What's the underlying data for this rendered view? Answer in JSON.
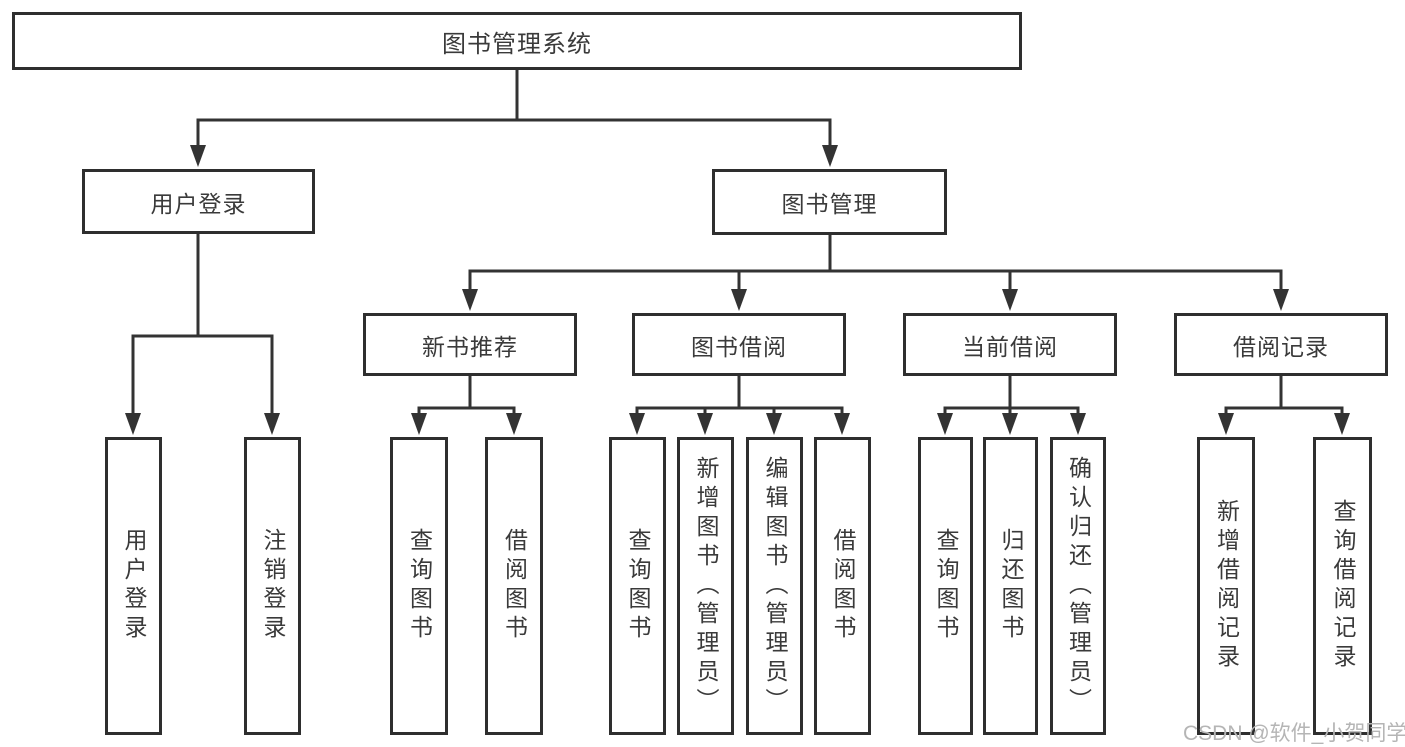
{
  "nodes": {
    "root": {
      "label": "图书管理系统"
    },
    "login_group": {
      "label": "用户登录"
    },
    "book_mgmt": {
      "label": "图书管理"
    },
    "new_book_rec": {
      "label": "新书推荐"
    },
    "book_borrow": {
      "label": "图书借阅"
    },
    "current_borrow": {
      "label": "当前借阅"
    },
    "borrow_record": {
      "label": "借阅记录"
    },
    "user_login": {
      "label": "用户登录"
    },
    "logout": {
      "label": "注销登录"
    },
    "nbr_query": {
      "label": "查询图书"
    },
    "nbr_borrow": {
      "label": "借阅图书"
    },
    "bb_query": {
      "label": "查询图书"
    },
    "bb_add": {
      "label": "新增图书（管理员）"
    },
    "bb_edit": {
      "label": "编辑图书（管理员）"
    },
    "bb_borrow": {
      "label": "借阅图书"
    },
    "cb_query": {
      "label": "查询图书"
    },
    "cb_return": {
      "label": "归还图书"
    },
    "cb_confirm": {
      "label": "确认归还（管理员）"
    },
    "br_add": {
      "label": "新增借阅记录"
    },
    "br_query": {
      "label": "查询借阅记录"
    }
  },
  "structure": {
    "图书管理系统": [
      "用户登录",
      "图书管理"
    ],
    "用户登录": [
      "用户登录",
      "注销登录"
    ],
    "图书管理": [
      "新书推荐",
      "图书借阅",
      "当前借阅",
      "借阅记录"
    ],
    "新书推荐": [
      "查询图书",
      "借阅图书"
    ],
    "图书借阅": [
      "查询图书",
      "新增图书（管理员）",
      "编辑图书（管理员）",
      "借阅图书"
    ],
    "当前借阅": [
      "查询图书",
      "归还图书",
      "确认归还（管理员）"
    ],
    "借阅记录": [
      "新增借阅记录",
      "查询借阅记录"
    ]
  },
  "watermark": {
    "text": "CSDN @软件_小贺同学"
  },
  "colors": {
    "line": "#333333",
    "box_border": "#2e2e2e",
    "text": "#3a3a3a",
    "background": "#ffffff",
    "watermark": "#b5b5b5"
  }
}
